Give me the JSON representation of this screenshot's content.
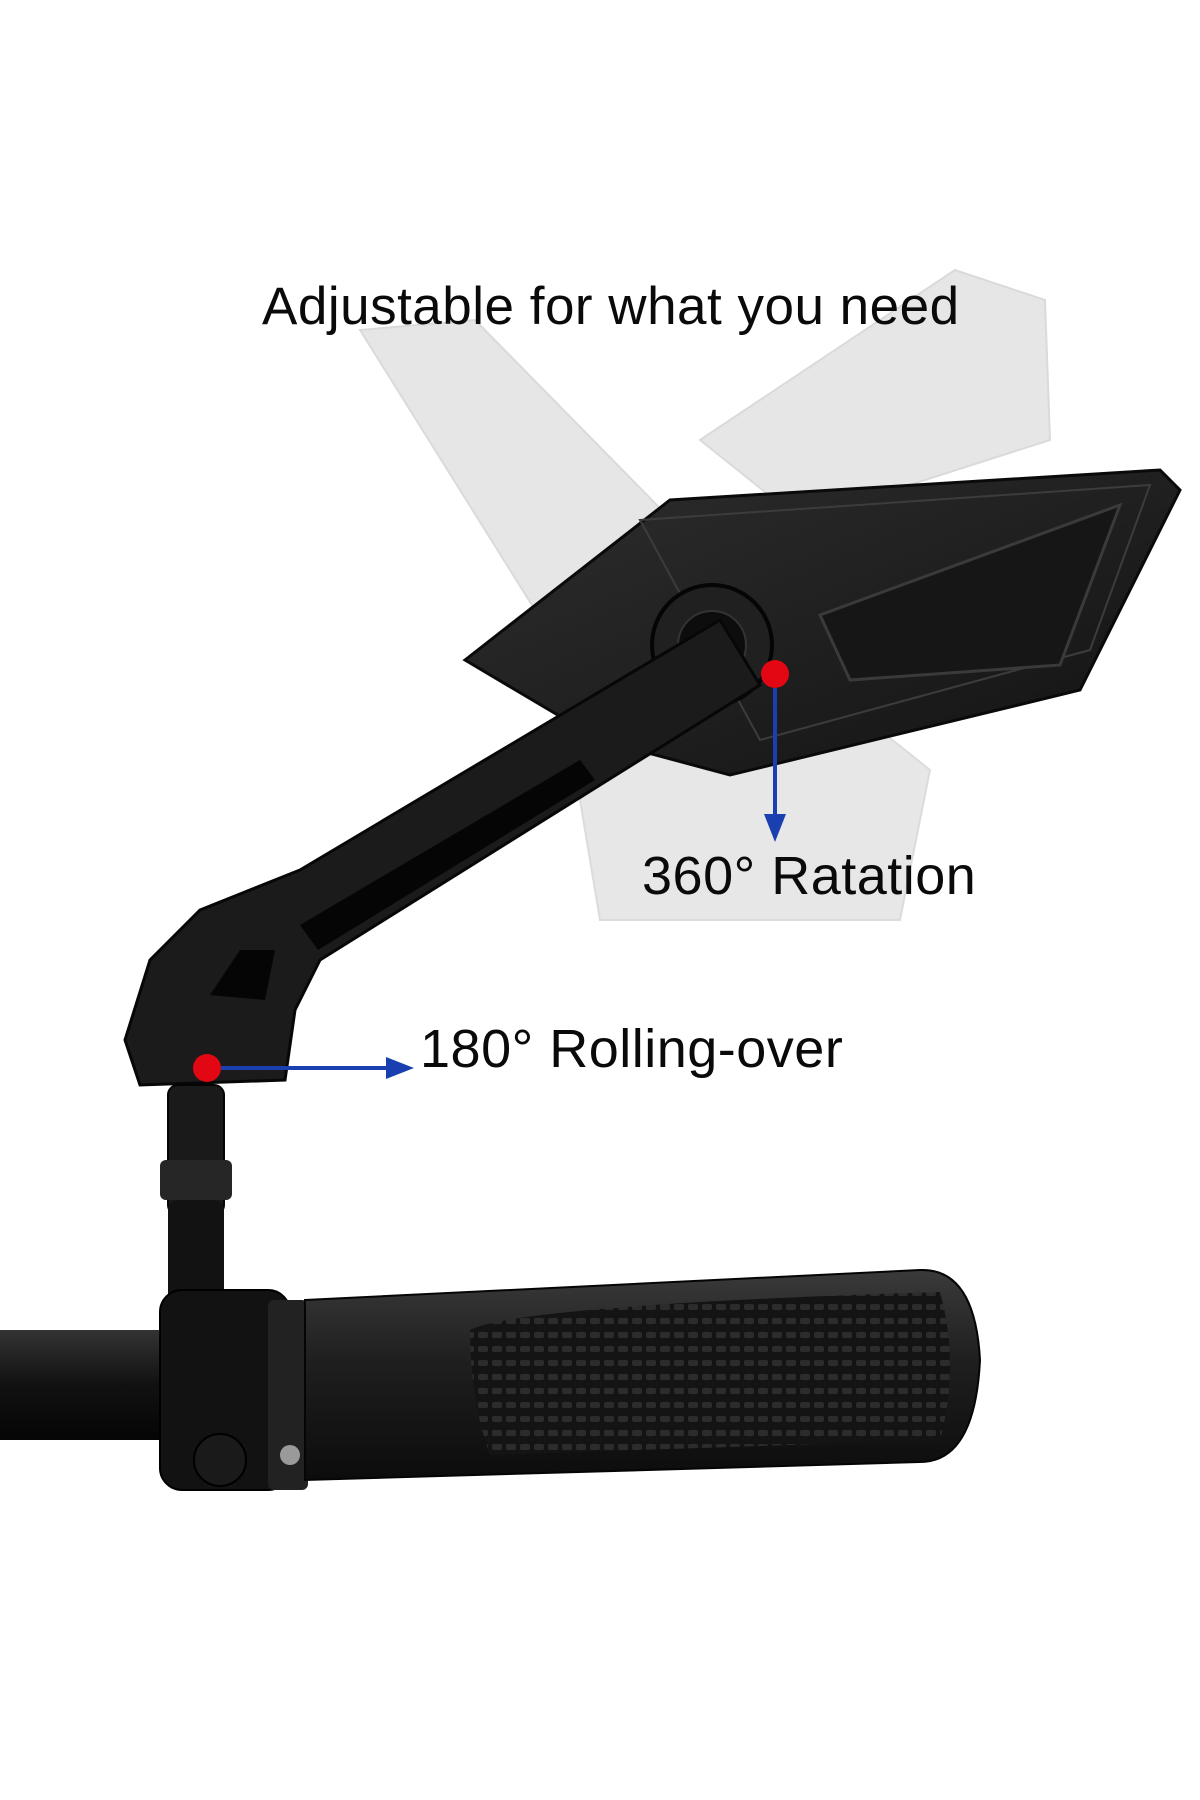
{
  "headline": "Adjustable for what you need",
  "annotations": {
    "rotation": "360° Ratation",
    "rolling": "180° Rolling-over"
  },
  "colors": {
    "background": "#ffffff",
    "marker": "#e30613",
    "arrow": "#1a3fb0",
    "product": "#1c1c1c",
    "ghost": "#c8c8c8"
  },
  "icons": {
    "marker": "red-dot-icon",
    "arrow": "arrow-icon"
  }
}
